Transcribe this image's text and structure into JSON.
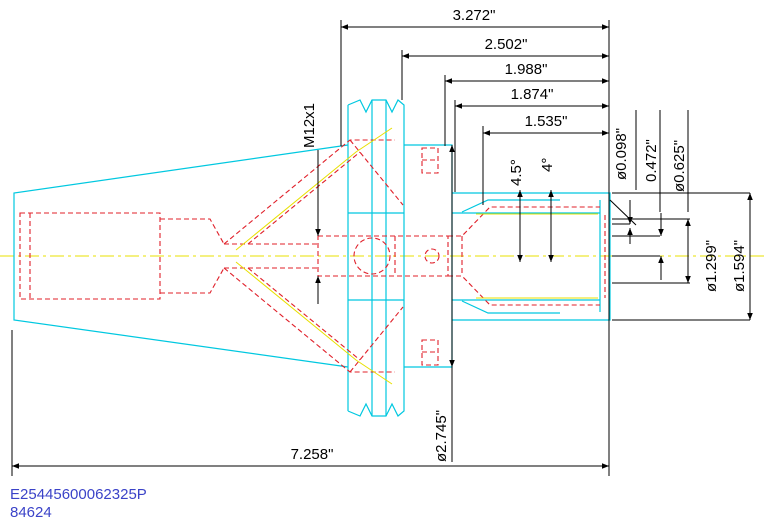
{
  "drawing": {
    "dimensions": {
      "len_3272": "3.272\"",
      "len_2502": "2.502\"",
      "len_1988": "1.988\"",
      "len_1874": "1.874\"",
      "len_1535": "1.535\"",
      "len_7258": "7.258\"",
      "thread": "M12x1",
      "angle_45": "4.5°",
      "angle_4": "4°",
      "dia_0098": "ø0.098\"",
      "len_0472": "0.472\"",
      "dia_0625": "ø0.625\"",
      "dia_1299": "ø1.299\"",
      "dia_1594": "ø1.594\"",
      "dia_2745": "ø2.745\""
    },
    "part_number": "E25445600062325P",
    "part_id": "84624"
  },
  "colors": {
    "outline": "#00c8e0",
    "hidden": "#e0202a",
    "center": "#e8e000",
    "dimension": "#000000",
    "part_text": "#3b43c8"
  }
}
